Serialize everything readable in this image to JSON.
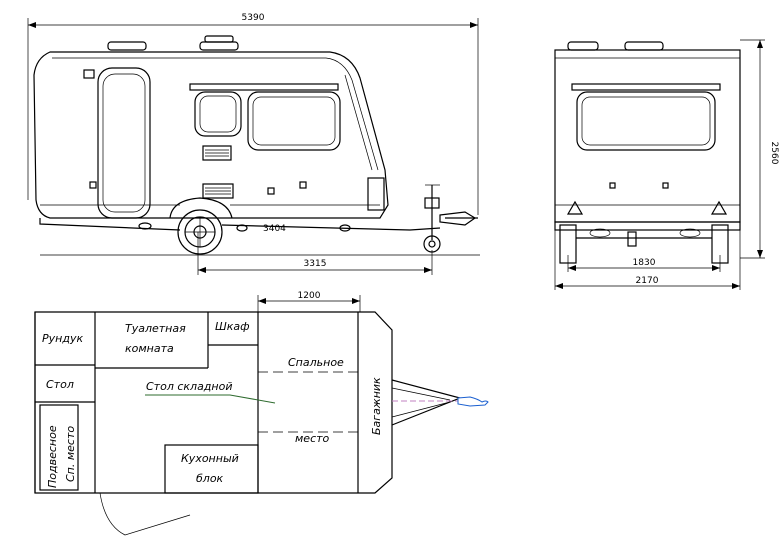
{
  "dimensions": {
    "overall_length": "5390",
    "wheelbase_to_hitch": "3315",
    "height": "2560",
    "track_width": "1830",
    "overall_width": "2170",
    "room_width": "1200",
    "axle_label": "3404"
  },
  "rooms": {
    "rundyk": "Рундук",
    "toilet_line1": "Туалетная",
    "toilet_line2": "комната",
    "wardrobe": "Шкаф",
    "table": "Стол",
    "folding_table": "Стол складной",
    "sleeping_line1": "Спальное",
    "sleeping_line2": "место",
    "hanging_line1": "Подвесное",
    "hanging_line2": "Сп. место",
    "kitchen_line1": "Кухонный",
    "kitchen_line2": "блок",
    "luggage": "Багажник"
  }
}
